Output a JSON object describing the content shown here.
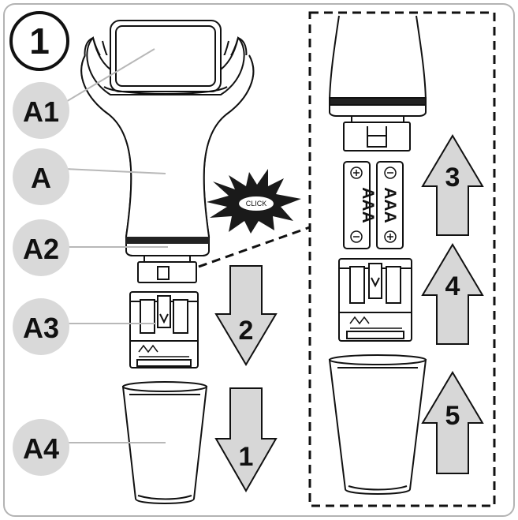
{
  "step_badge": "1",
  "labels": {
    "a1": "A1",
    "a": "A",
    "a2": "A2",
    "a3": "A3",
    "a4": "A4"
  },
  "click_text": "CLICK",
  "battery_text": "AAA",
  "arrows": {
    "left_down_upper": "2",
    "left_down_lower": "1",
    "right_up_top": "3",
    "right_up_mid": "4",
    "right_up_bottom": "5"
  },
  "colors": {
    "label_circle": "#d9d9d9",
    "arrow_fill": "#d7d7d7",
    "frame": "#b3b3b3",
    "line": "#111111"
  }
}
